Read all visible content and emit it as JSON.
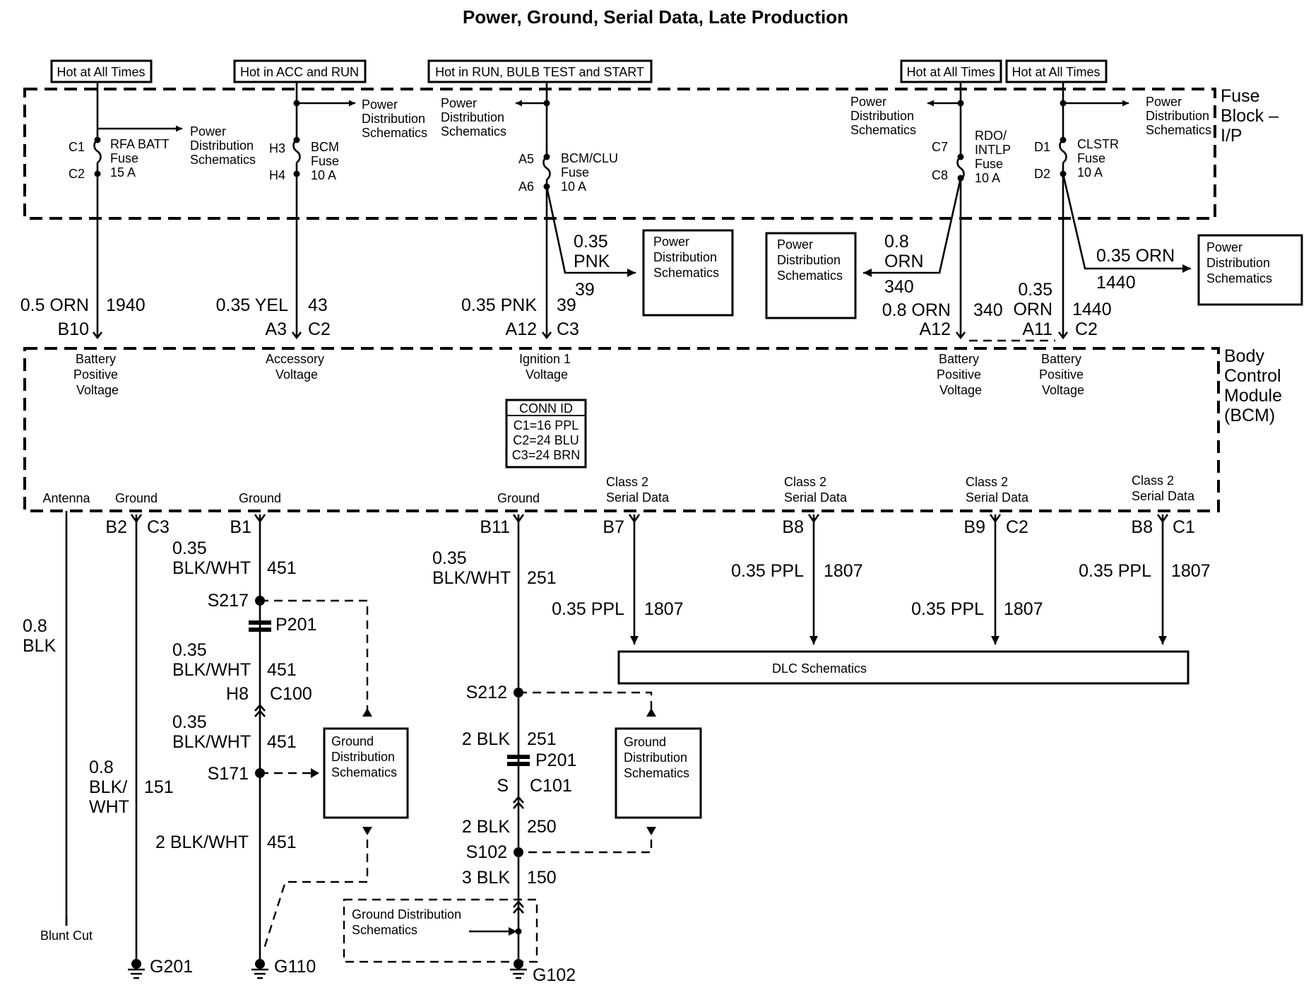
{
  "title": "Power, Ground, Serial Data, Late Production",
  "hot_labels": {
    "rfa_batt": "Hot at All Times",
    "bcm_fuse": "Hot in ACC and RUN",
    "bcm_clu": "Hot in RUN, BULB TEST and START",
    "rdo": "Hot at All Times",
    "clstr": "Hot at All Times"
  },
  "fuse_block": {
    "label": [
      "Fuse",
      "Block –",
      "I/P"
    ],
    "rfa_batt": {
      "top": "C1",
      "bottom": "C2",
      "name": [
        "RFA BATT",
        "Fuse",
        "15 A"
      ]
    },
    "bcm": {
      "top": "H3",
      "bottom": "H4",
      "name": [
        "BCM",
        "Fuse",
        "10 A"
      ]
    },
    "bcm_clu": {
      "top": "A5",
      "bottom": "A6",
      "name": [
        "BCM/CLU",
        "Fuse",
        "10 A"
      ]
    },
    "rdo": {
      "top": "C7",
      "bottom": "C8",
      "name": [
        "RDO/",
        "INTLP",
        "Fuse",
        "10 A"
      ]
    },
    "clstr": {
      "top": "D1",
      "bottom": "D2",
      "name": [
        "CLSTR",
        "Fuse",
        "10 A"
      ]
    }
  },
  "pds_lines": [
    "Power",
    "Distribution",
    "Schematics"
  ],
  "gds_lines": [
    "Ground",
    "Distribution",
    "Schematics"
  ],
  "gds_single": [
    "Ground Distribution",
    "Schematics"
  ],
  "wires_top": {
    "w1": {
      "size": "0.5 ORN",
      "circuit": "1940",
      "pin": "B10"
    },
    "w2": {
      "size": "0.35 YEL",
      "circuit": "43",
      "pin": "A3",
      "conn": "C2"
    },
    "w3": {
      "size": "0.35 PNK",
      "circuit": "39",
      "pin": "A12",
      "conn": "C3"
    },
    "w3b": {
      "size": [
        "0.35",
        "PNK"
      ],
      "circuit": "39"
    },
    "w4": {
      "size": "0.8 ORN",
      "circuit": "340",
      "pin": "A12"
    },
    "w4b": {
      "size": [
        "0.8",
        "ORN"
      ],
      "circuit": "340"
    },
    "w5": {
      "size": [
        "0.35",
        "ORN"
      ],
      "circuit": "1440",
      "pin": "A11",
      "conn": "C2"
    },
    "w5b": {
      "size": "0.35 ORN",
      "circuit": "1440"
    }
  },
  "bcm": {
    "label": [
      "Body",
      "Control",
      "Module",
      "(BCM)"
    ],
    "battery_positive": [
      "Battery",
      "Positive",
      "Voltage"
    ],
    "accessory": [
      "Accessory",
      "Voltage"
    ],
    "ignition": [
      "Ignition 1",
      "Voltage"
    ],
    "conn_id": [
      "CONN ID",
      "C1=16 PPL",
      "C2=24 BLU",
      "C3=24 BRN"
    ],
    "antenna": "Antenna",
    "ground": "Ground",
    "class2": [
      "Class 2",
      "Serial Data"
    ]
  },
  "wires_bottom": {
    "antenna": {
      "size": [
        "0.8",
        "BLK"
      ],
      "end": "Blunt Cut"
    },
    "g201": {
      "pin": "B2",
      "conn": "C3",
      "size": [
        "0.8",
        "BLK/",
        "WHT"
      ],
      "circuit": "151",
      "ground": "G201"
    },
    "g110": {
      "pin": "B1",
      "seg1": {
        "size": [
          "0.35",
          "BLK/WHT"
        ],
        "circuit": "451"
      },
      "splice1": "S217",
      "p201": "P201",
      "seg2": {
        "size": [
          "0.35",
          "BLK/WHT"
        ],
        "circuit": "451"
      },
      "h8": "H8",
      "c100": "C100",
      "seg3": {
        "size": [
          "0.35",
          "BLK/WHT"
        ],
        "circuit": "451"
      },
      "splice2": "S171",
      "seg4": {
        "size": "2 BLK/WHT",
        "circuit": "451"
      },
      "ground": "G110"
    },
    "g102": {
      "pin": "B11",
      "seg1": {
        "size": [
          "0.35",
          "BLK/WHT"
        ],
        "circuit": "251"
      },
      "splice1": "S212",
      "seg2": {
        "size": "2 BLK",
        "circuit": "251"
      },
      "p201": "P201",
      "s": "S",
      "c101": "C101",
      "seg3": {
        "size": "2 BLK",
        "circuit": "250"
      },
      "splice2": "S102",
      "seg4": {
        "size": "3 BLK",
        "circuit": "150"
      },
      "ground": "G102"
    },
    "serial1": {
      "pin": "B7",
      "size": "0.35 PPL",
      "circuit": "1807"
    },
    "serial2": {
      "pin": "B8",
      "size": "0.35 PPL",
      "circuit": "1807"
    },
    "serial3": {
      "pin": "B9",
      "conn": "C2",
      "size": "0.35 PPL",
      "circuit": "1807"
    },
    "serial4": {
      "pin": "B8",
      "conn": "C1",
      "size": "0.35 PPL",
      "circuit": "1807"
    }
  },
  "dlc": "DLC Schematics"
}
